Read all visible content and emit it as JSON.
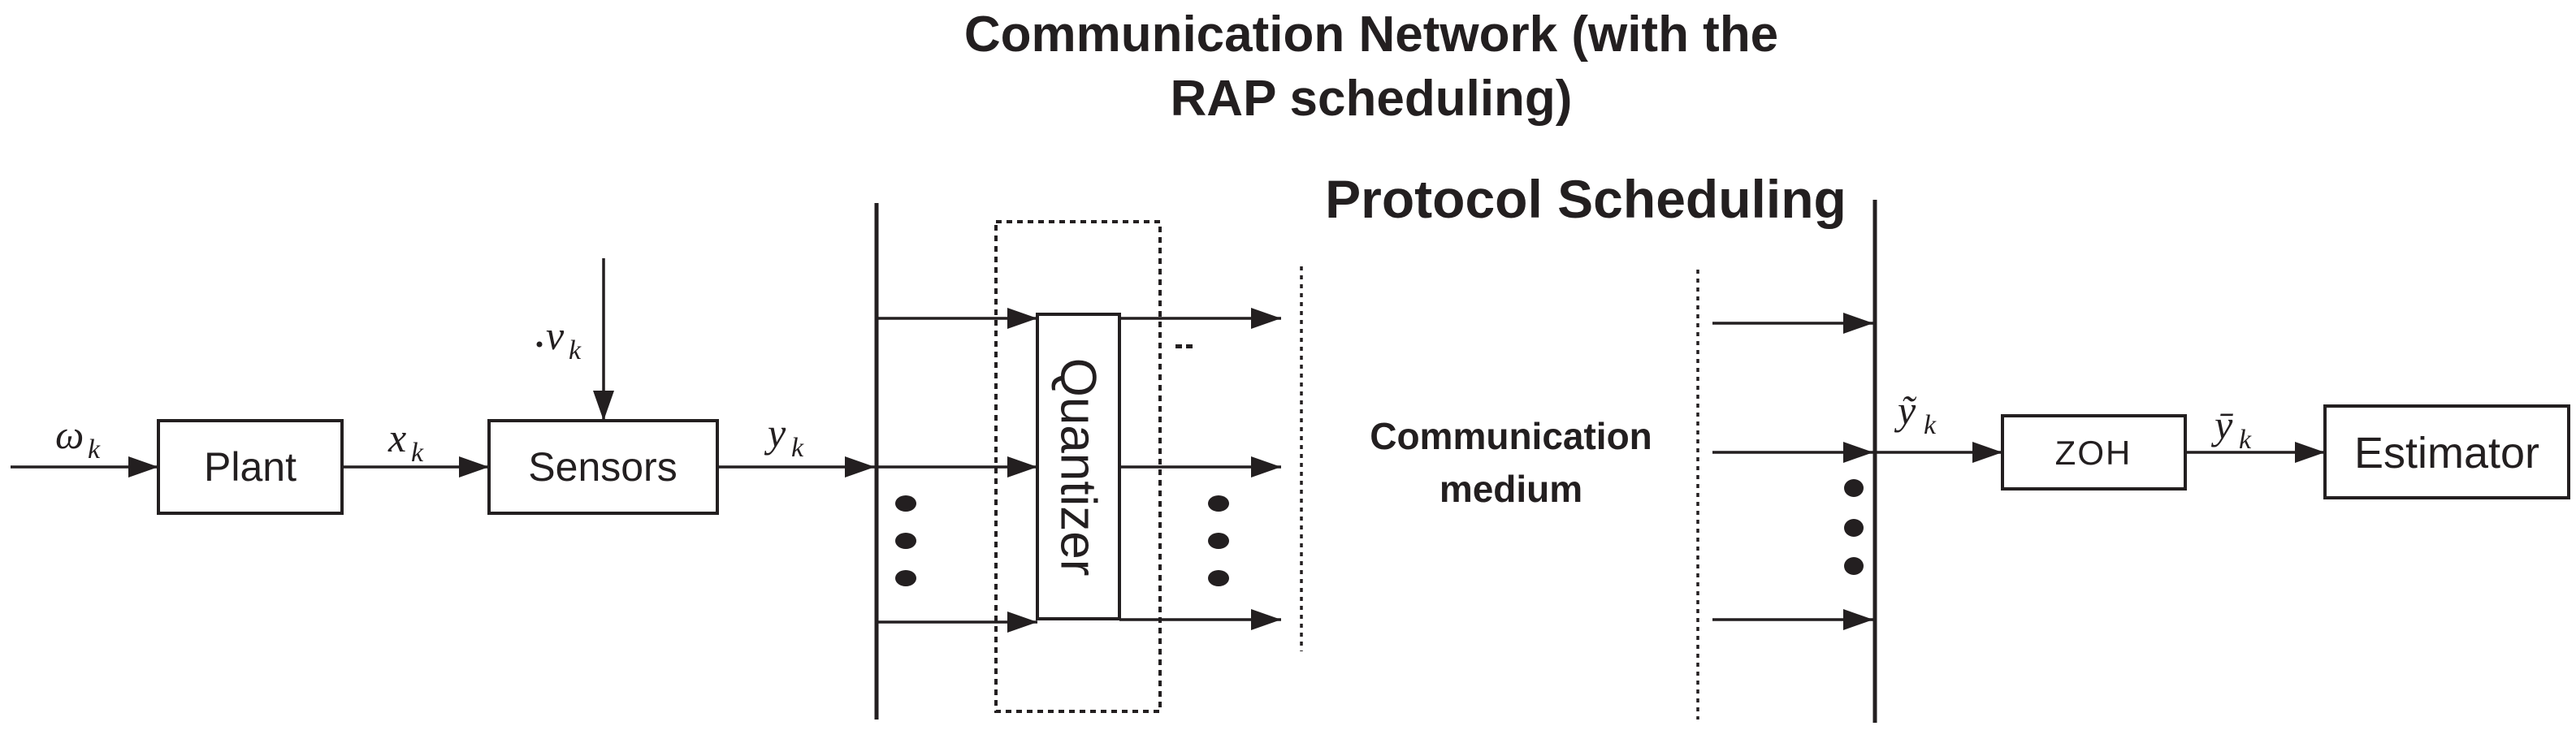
{
  "figure": {
    "titles": {
      "title_line1": "Communication Network (with the",
      "title_line2": "RAP scheduling)",
      "subtitle": "Protocol Scheduling",
      "medium_line1": "Communication",
      "medium_line2": "medium"
    },
    "blocks": {
      "plant": "Plant",
      "sensors": "Sensors",
      "quantizer": "Quantizer",
      "zoh": "ZOH",
      "estimator": "Estimator"
    },
    "signals": {
      "omega": {
        "base": "ω",
        "sub": "k"
      },
      "x": {
        "base": "x",
        "sub": "k"
      },
      "nu": {
        "base": "ν",
        "sub": "k"
      },
      "y": {
        "base": "y",
        "sub": "k"
      },
      "y_tilde": {
        "base": "ỹ",
        "sub": "k"
      },
      "y_bar": {
        "base": "ȳ",
        "sub": "k"
      }
    },
    "colors": {
      "ink": "#231f20",
      "background": "#ffffff"
    }
  }
}
